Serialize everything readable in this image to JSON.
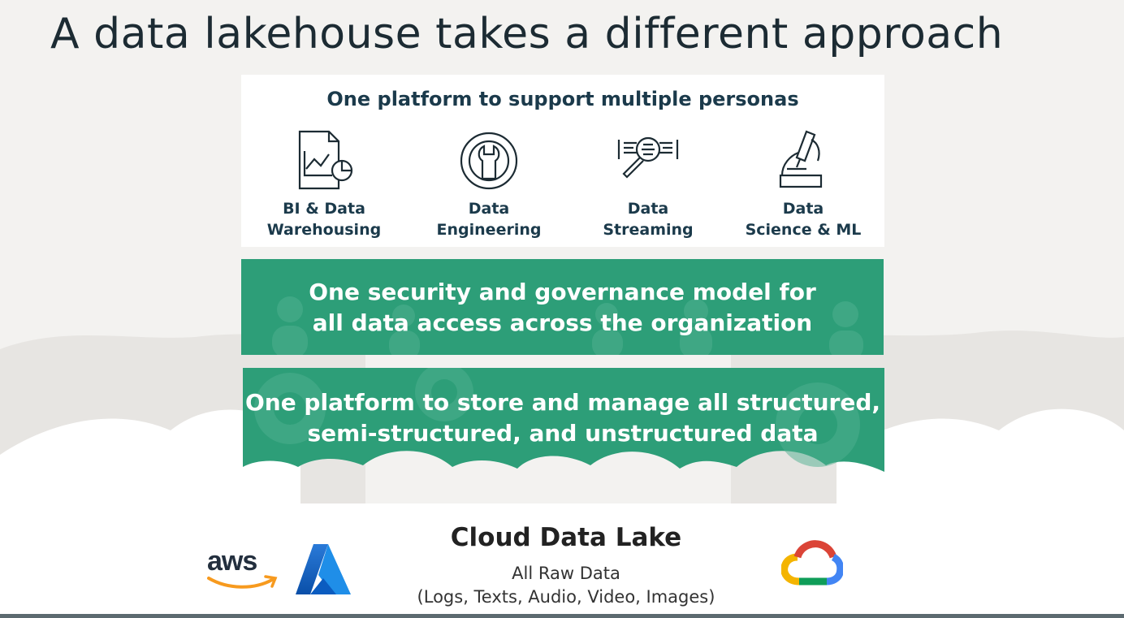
{
  "slide": {
    "title": "A data lakehouse takes a different approach"
  },
  "personas": {
    "title": "One platform to support multiple personas",
    "items": [
      {
        "icon": "report-chart-icon",
        "label": "BI & Data\nWarehousing"
      },
      {
        "icon": "gear-wrench-icon",
        "label": "Data\nEngineering"
      },
      {
        "icon": "stream-magnifier-icon",
        "label": "Data\nStreaming"
      },
      {
        "icon": "microscope-icon",
        "label": "Data\nScience & ML"
      }
    ]
  },
  "governance": {
    "text": "One security and governance model for\nall data access across the organization"
  },
  "storage": {
    "text": "One platform to store and manage all structured,\nsemi-structured, and unstructured data"
  },
  "lake": {
    "title": "Cloud Data Lake",
    "subtitle": "All Raw Data\n(Logs, Texts, Audio, Video, Images)"
  },
  "logos": {
    "aws": "aws",
    "azure": "azure-logo",
    "gcp": "google-cloud-logo"
  },
  "colors": {
    "band_green": "#2d9e78",
    "title_dark": "#1c2b33",
    "persona_text": "#1b3a4b"
  }
}
